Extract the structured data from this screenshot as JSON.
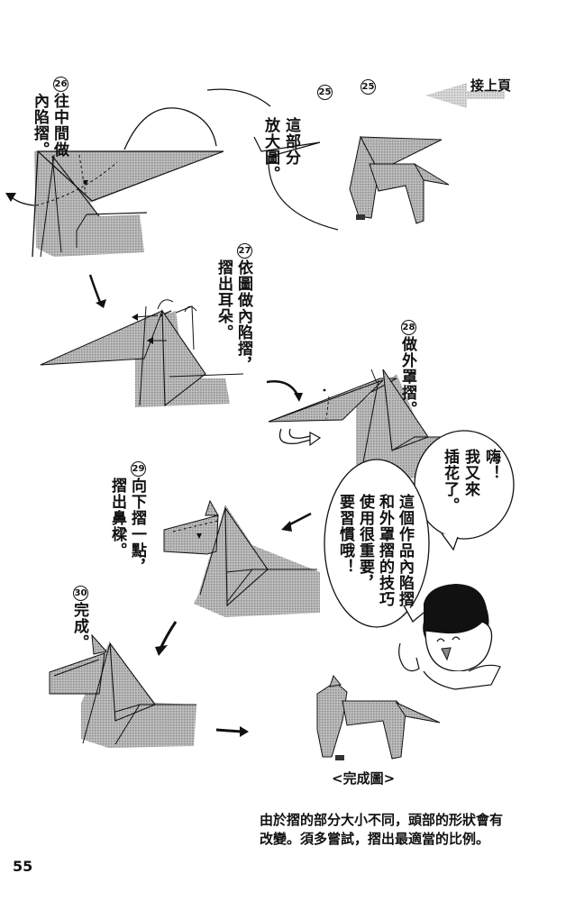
{
  "page": {
    "number": "55",
    "continue_label": "接上頁",
    "colors": {
      "ink": "#111111",
      "paper_gray": "#a9a9a9",
      "shadow_gray": "#c4c4c4",
      "background": "#ffffff"
    }
  },
  "steps": [
    {
      "num": "26",
      "lines": [
        "往中間做",
        "內陷摺。"
      ]
    },
    {
      "num": "25",
      "lines": []
    },
    {
      "num": "27",
      "lines": [
        "依圖做內陷摺，",
        "摺出耳朵。"
      ]
    },
    {
      "num": "28",
      "lines": [
        "做外罩摺。"
      ]
    },
    {
      "num": "29",
      "lines": [
        "向下摺一點，",
        "摺出鼻樑。"
      ]
    },
    {
      "num": "30",
      "lines": [
        "完成。"
      ]
    }
  ],
  "step25_small_num": "25",
  "zoom_bubble": {
    "lines": [
      "這部分",
      "放大圖。"
    ]
  },
  "speech": {
    "bubble1": {
      "lines": [
        "嗨！",
        "我又來",
        "插花了。"
      ]
    },
    "bubble2": {
      "lines": [
        "這個作品內陷摺",
        "和外罩摺的技巧",
        "使用很重要，",
        "要習慣哦！"
      ]
    }
  },
  "finished_caption": "<完成圖>",
  "footnote": {
    "line1": "由於摺的部分大小不同，頭部的形狀會有",
    "line2": "改變。須多嘗試，摺出最適當的比例。"
  }
}
